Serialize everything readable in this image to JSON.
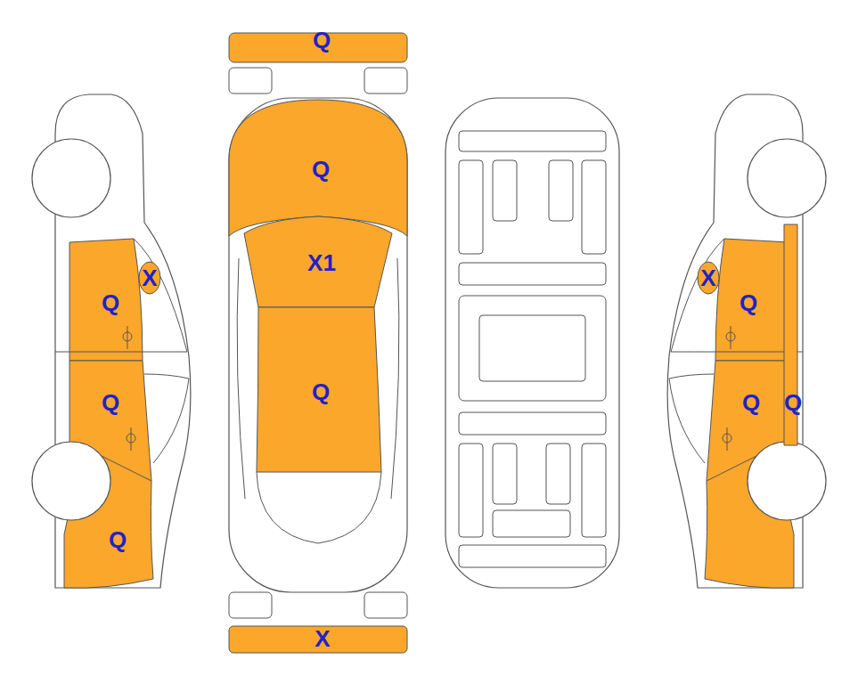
{
  "diagram": {
    "labels": [
      "Q",
      "Q",
      "X1",
      "Q",
      "X",
      "X",
      "Q",
      "Q",
      "Q",
      "X",
      "Q",
      "Q",
      "Q"
    ]
  }
}
